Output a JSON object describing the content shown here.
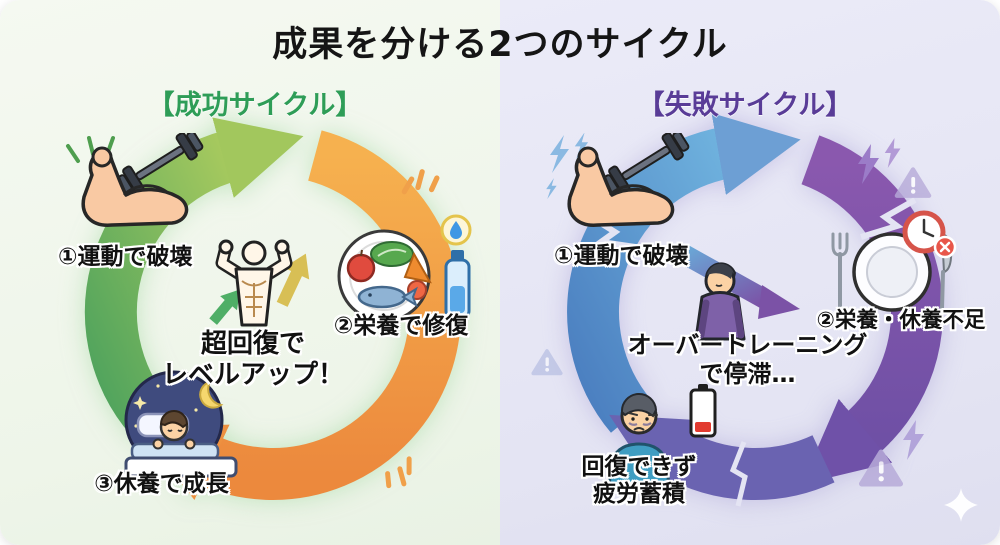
{
  "title": "成果を分ける2つのサイクル",
  "success": {
    "heading": "【成功サイクル】",
    "accent_color": "#2e9d57",
    "background_color": "#eef5e9",
    "ring_colors": {
      "green": "#7db75c",
      "orange": "#f19f48"
    },
    "steps": [
      {
        "label": "①運動で破壊",
        "icon": "bicep-dumbbell-icon"
      },
      {
        "label": "②栄養で修復",
        "icon": "nutrition-plate-icon"
      },
      {
        "label": "③休養で成長",
        "icon": "sleep-moon-icon"
      }
    ],
    "center": {
      "line1": "超回復で",
      "line2": "レベルアップ！",
      "icon": "muscle-figure-icon"
    }
  },
  "failure": {
    "heading": "【失敗サイクル】",
    "accent_color": "#593c97",
    "background_color": "#e4e4f3",
    "ring_colors": {
      "blue": "#5f9fd3",
      "purple": "#7c52a6",
      "indigo": "#6a63b1"
    },
    "steps": [
      {
        "label": "①運動で破壊",
        "icon": "bicep-dumbbell-lightning-icon"
      },
      {
        "label": "②栄養・休養不足",
        "icon": "empty-plate-clock-icon"
      },
      {
        "line1": "回復できず",
        "line2": "疲労蓄積",
        "icon": "tired-person-battery-icon"
      }
    ],
    "center": {
      "line1": "オーバートレーニング",
      "line2": "で停滞…",
      "icon": "slumped-figure-down-arrow-icon"
    }
  },
  "decoration_icons": [
    "warning-triangle-icon",
    "lightning-icon",
    "sparkle-icon",
    "emphasis-lines-icon",
    "water-drop-badge-icon",
    "low-battery-icon",
    "no-time-clock-icon"
  ]
}
